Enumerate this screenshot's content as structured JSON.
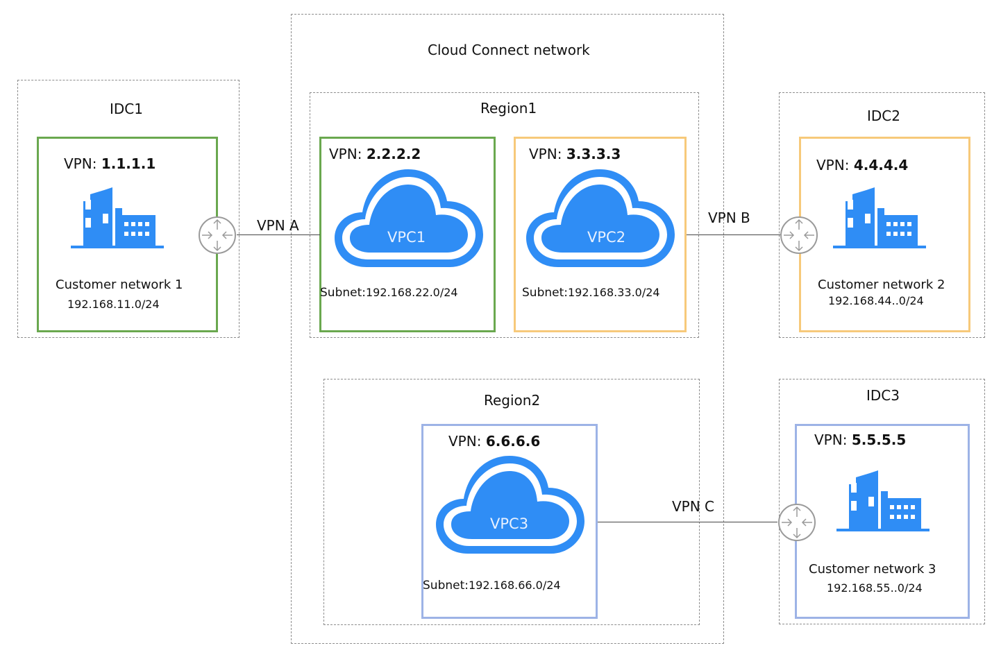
{
  "cloud_connect": {
    "title": "Cloud Connect network"
  },
  "idc1": {
    "title": "IDC1",
    "vpn_label": "VPN:",
    "vpn_ip": "1.1.1.1",
    "network_name": "Customer network 1",
    "network_cidr": "192.168.11.0/24",
    "color": "#6aa84f"
  },
  "idc2": {
    "title": "IDC2",
    "vpn_label": "VPN:",
    "vpn_ip": "4.4.4.4",
    "network_name": "Customer network 2",
    "network_cidr": "192.168.44..0/24",
    "color": "#f7c97a"
  },
  "idc3": {
    "title": "IDC3",
    "vpn_label": "VPN:",
    "vpn_ip": "5.5.5.5",
    "network_name": "Customer network 3",
    "network_cidr": "192.168.55..0/24",
    "color": "#9db3e6"
  },
  "region1": {
    "title": "Region1",
    "vpc1": {
      "vpn_label": "VPN:",
      "vpn_ip": "2.2.2.2",
      "name": "VPC1",
      "subnet_label": "Subnet:",
      "subnet": "192.168.22.0/24"
    },
    "vpc2": {
      "vpn_label": "VPN:",
      "vpn_ip": "3.3.3.3",
      "name": "VPC2",
      "subnet_label": "Subnet:",
      "subnet": "192.168.33.0/24"
    }
  },
  "region2": {
    "title": "Region2",
    "vpc3": {
      "vpn_label": "VPN:",
      "vpn_ip": "6.6.6.6",
      "name": "VPC3",
      "subnet_label": "Subnet:",
      "subnet": "192.168.66.0/24"
    }
  },
  "links": {
    "vpn_a": "VPN A",
    "vpn_b": "VPN B",
    "vpn_c": "VPN C"
  },
  "icons": {
    "building": "building-icon",
    "router": "router-icon",
    "cloud": "cloud-icon"
  },
  "colors": {
    "cloud": "#2f8df5",
    "building": "#2f8df5",
    "router_stroke": "#999999"
  }
}
